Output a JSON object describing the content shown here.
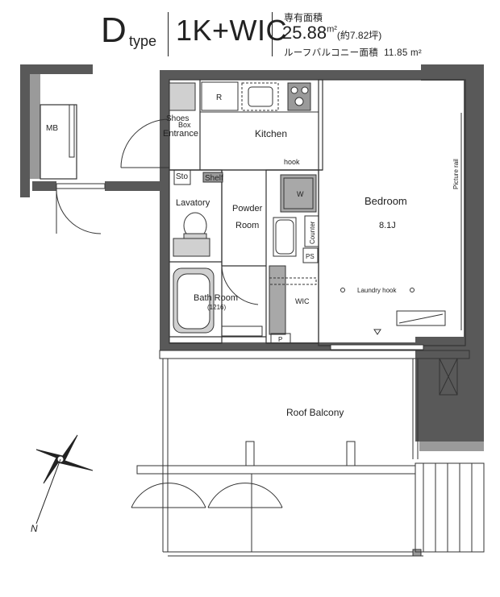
{
  "header": {
    "type_letter": "D",
    "type_word": "type",
    "layout_name": "1K+WIC",
    "area_label": "専有面積",
    "area_value": "25.88",
    "area_unit": "m²",
    "area_tsubo": "(約7.82坪)",
    "balcony_label": "ルーフバルコニー面積",
    "balcony_area": "11.85 m²"
  },
  "rooms": {
    "mb": "MB",
    "refrigerator": "R",
    "shoes_box_1": "Shoes",
    "shoes_box_2": "Box",
    "entrance": "Entrance",
    "kitchen": "Kitchen",
    "hook": "hook",
    "storage": "Sto",
    "shelf": "Shelf",
    "lavatory": "Lavatory",
    "powder_room_1": "Powder",
    "powder_room_2": "Room",
    "washer": "W",
    "counter": "Counter",
    "ps": "PS",
    "bathroom": "Bath Room",
    "bath_size": "(1216)",
    "wic": "WIC",
    "p": "P",
    "bedroom": "Bedroom",
    "bedroom_size": "8.1J",
    "picture_rail": "Picture rail",
    "laundry_hook": "Laundry hook",
    "roof_balcony": "Roof Balcony",
    "north": "N"
  },
  "colors": {
    "wall": "#595959",
    "wall_light": "#9a9a9a",
    "fixture_fill": "#bdbdbd",
    "line": "#333333"
  }
}
